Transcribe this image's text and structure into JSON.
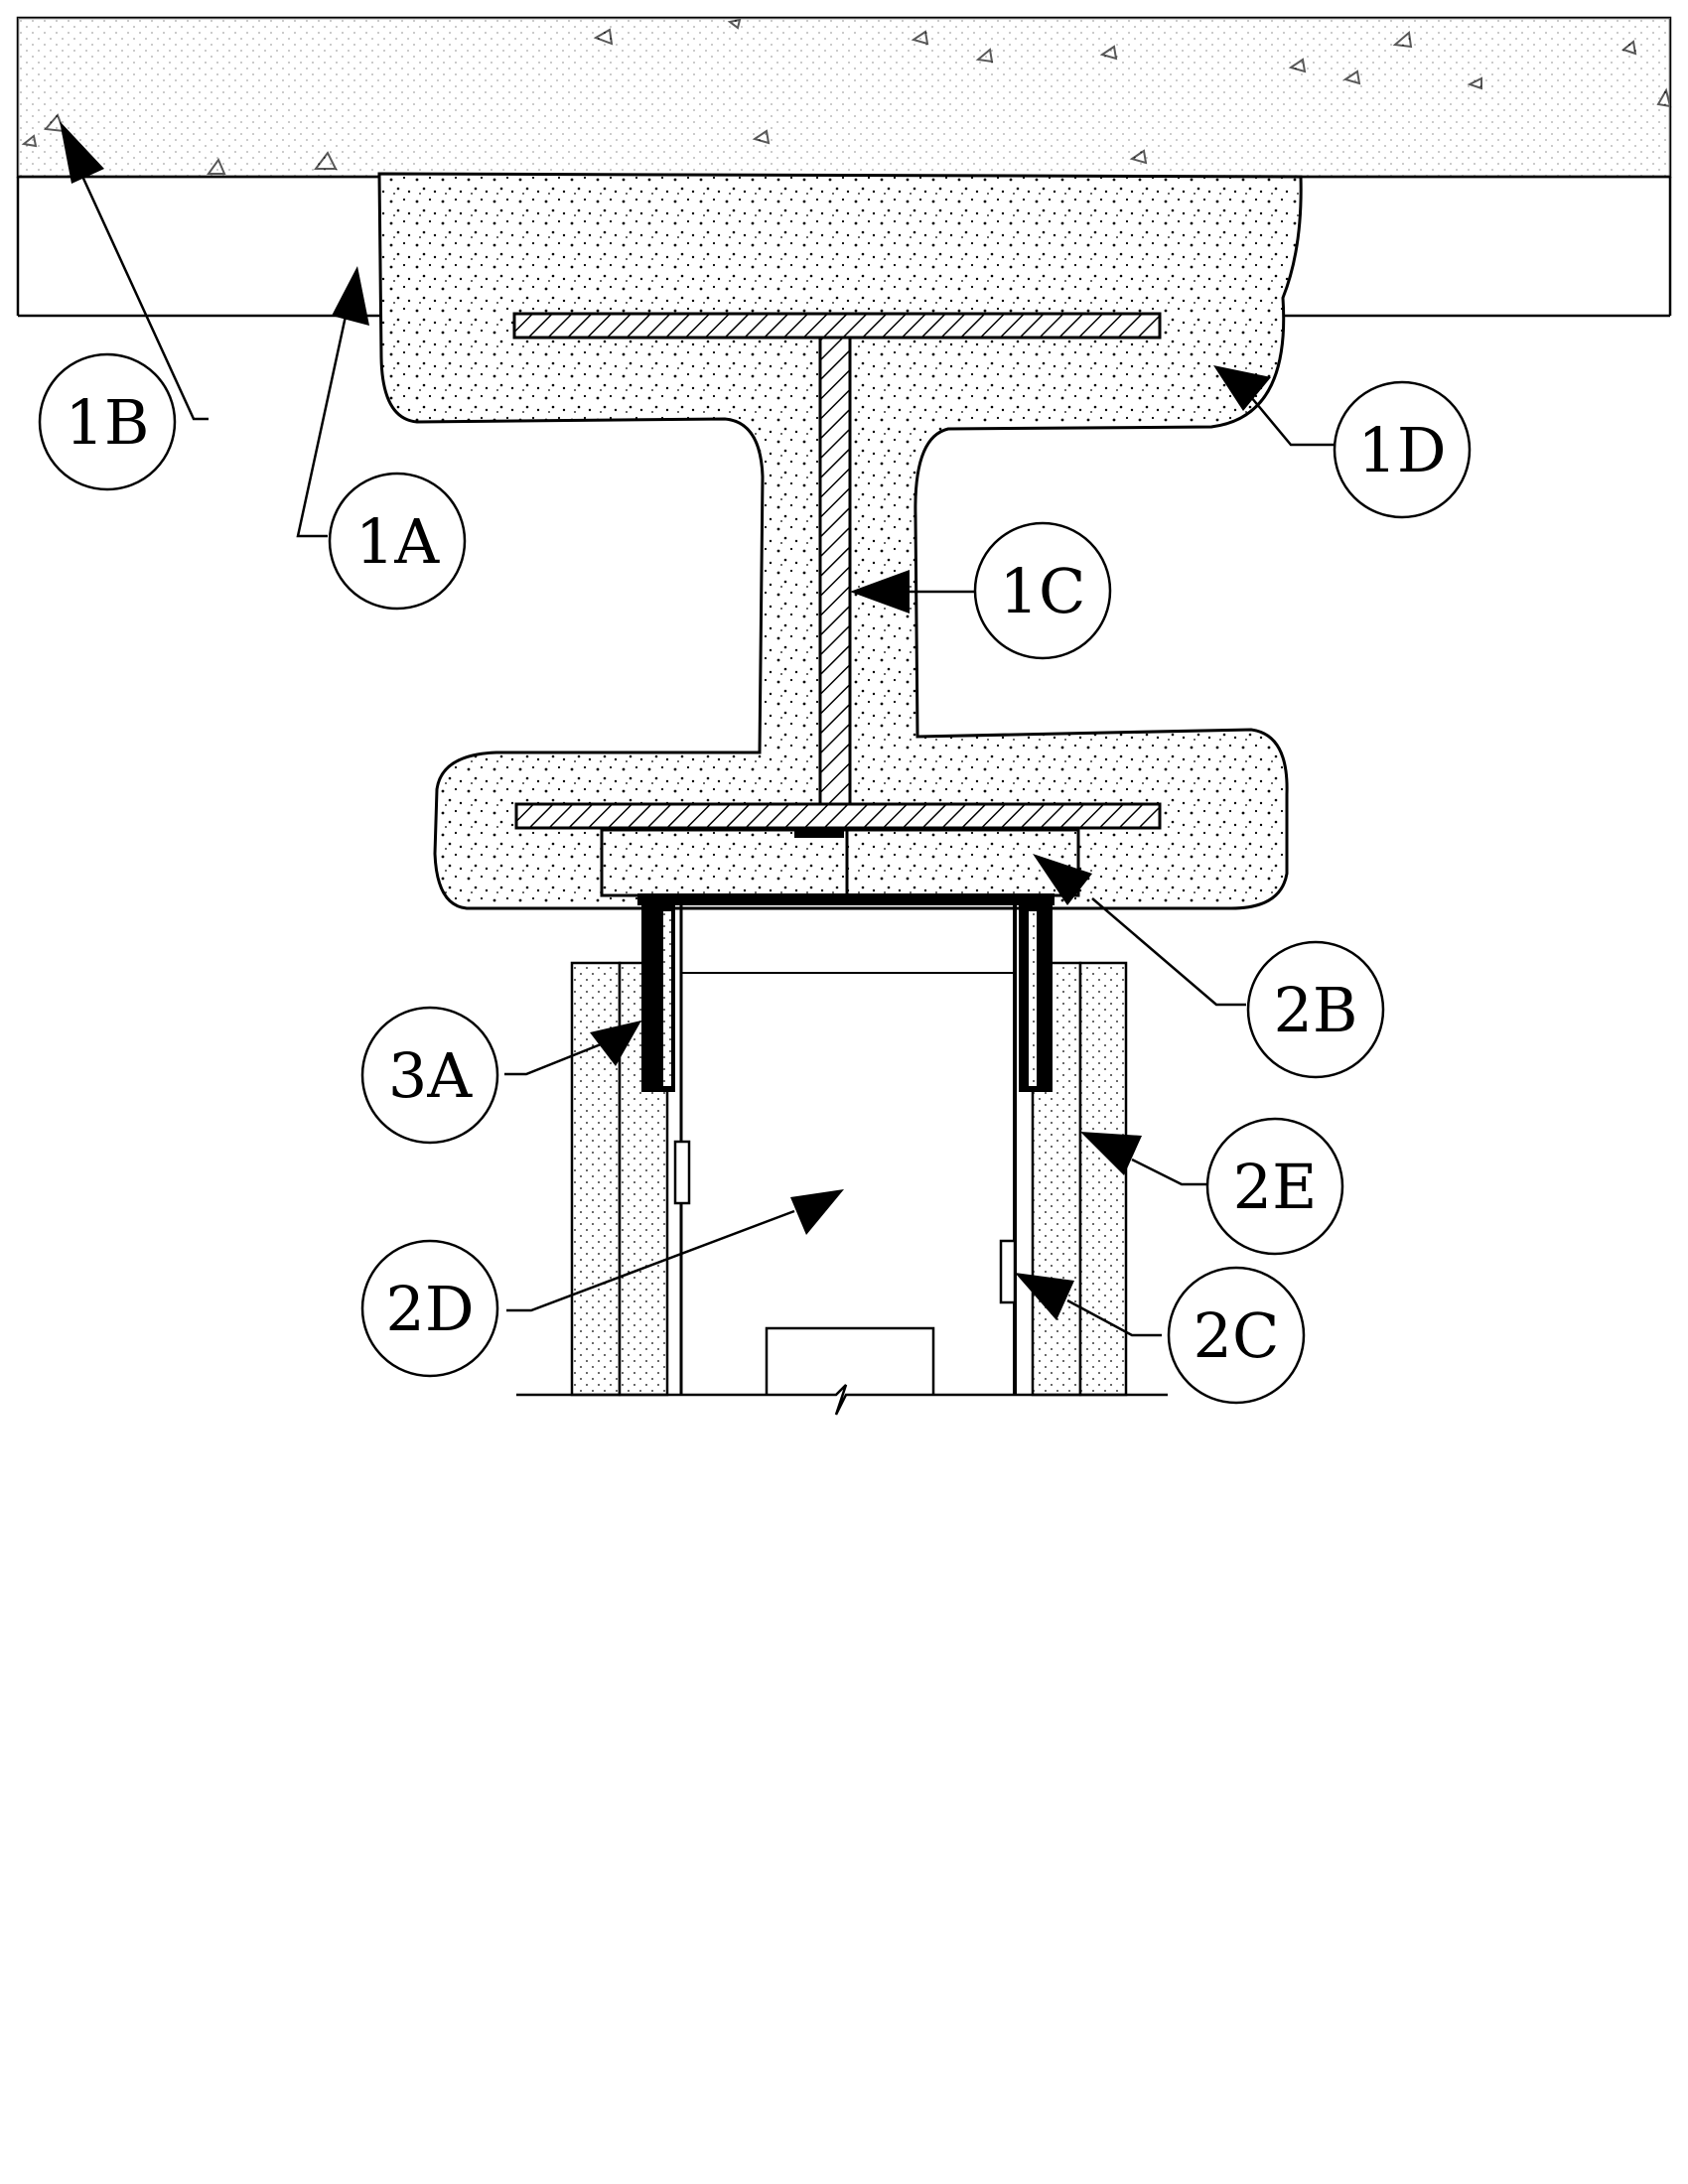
{
  "callouts": [
    {
      "id": "1B",
      "text": "1B"
    },
    {
      "id": "1A",
      "text": "1A"
    },
    {
      "id": "1C",
      "text": "1C"
    },
    {
      "id": "1D",
      "text": "1D"
    },
    {
      "id": "2B",
      "text": "2B"
    },
    {
      "id": "3A",
      "text": "3A"
    },
    {
      "id": "2E",
      "text": "2E"
    },
    {
      "id": "2D",
      "text": "2D"
    },
    {
      "id": "2C",
      "text": "2C"
    }
  ]
}
